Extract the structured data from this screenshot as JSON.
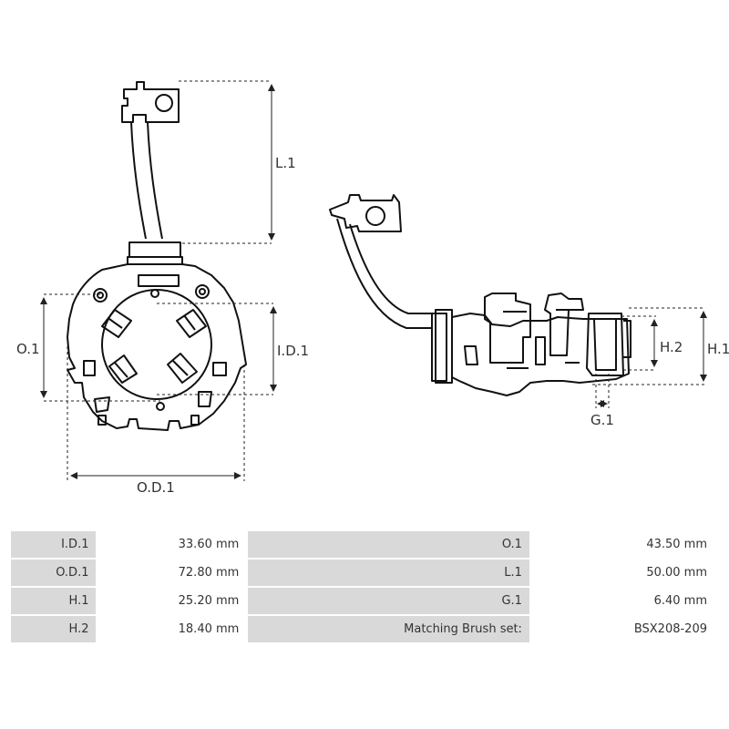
{
  "drawing": {
    "labels": {
      "l1": "L.1",
      "o1": "O.1",
      "id1": "I.D.1",
      "od1": "O.D.1",
      "h1": "H.1",
      "h2": "H.2",
      "g1": "G.1"
    }
  },
  "specs": [
    {
      "label_a": "I.D.1",
      "value_a": "33.60 mm",
      "label_b": "O.1",
      "value_b": "43.50 mm"
    },
    {
      "label_a": "O.D.1",
      "value_a": "72.80 mm",
      "label_b": "L.1",
      "value_b": "50.00 mm"
    },
    {
      "label_a": "H.1",
      "value_a": "25.20 mm",
      "label_b": "G.1",
      "value_b": "6.40 mm"
    },
    {
      "label_a": "H.2",
      "value_a": "18.40 mm",
      "label_b": "Matching Brush set:",
      "value_b": "BSX208-209"
    }
  ]
}
